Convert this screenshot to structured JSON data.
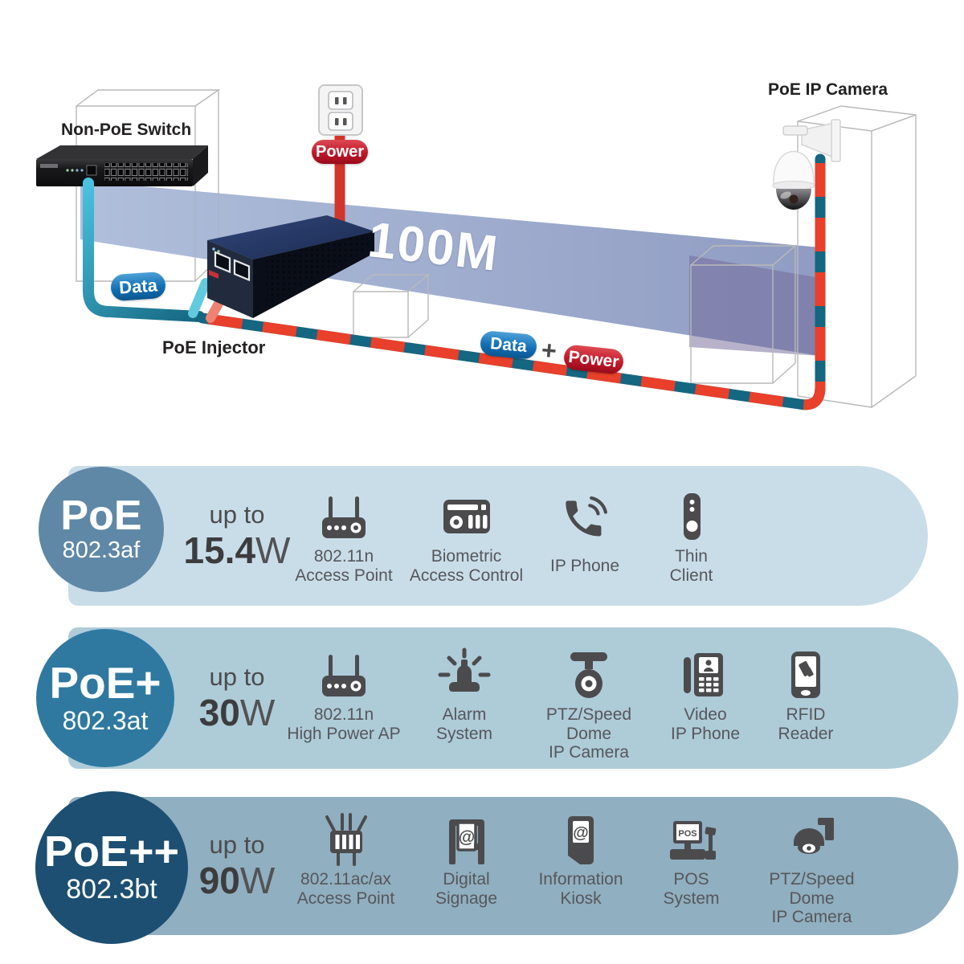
{
  "diagram": {
    "switch_label": "Non-PoE Switch",
    "injector_label": "PoE Injector",
    "camera_label": "PoE IP Camera",
    "distance_label": "100M",
    "data_pill": "Data",
    "power_pill": "Power",
    "link_data_pill": "Data",
    "link_plus": "+",
    "link_power_pill": "Power"
  },
  "bands": [
    {
      "title": "PoE",
      "standard": "802.3af",
      "upto": "up to",
      "value": "15.4",
      "unit": "W",
      "devices": [
        {
          "icon": "access-point",
          "label": "802.11n\nAccess Point"
        },
        {
          "icon": "biometric-access-control",
          "label": "Biometric\nAccess Control"
        },
        {
          "icon": "ip-phone",
          "label": "IP Phone"
        },
        {
          "icon": "thin-client",
          "label": "Thin\nClient"
        }
      ]
    },
    {
      "title": "PoE+",
      "standard": "802.3at",
      "upto": "up to",
      "value": "30",
      "unit": "W",
      "devices": [
        {
          "icon": "access-point",
          "label": "802.11n\nHigh Power AP"
        },
        {
          "icon": "alarm-system",
          "label": "Alarm\nSystem"
        },
        {
          "icon": "ptz-dome-camera",
          "label": "PTZ/Speed Dome\nIP Camera"
        },
        {
          "icon": "video-ip-phone",
          "label": "Video\nIP Phone"
        },
        {
          "icon": "rfid-reader",
          "label": "RFID\nReader"
        }
      ]
    },
    {
      "title": "PoE++",
      "standard": "802.3bt",
      "upto": "up to",
      "value": "90",
      "unit": "W",
      "devices": [
        {
          "icon": "ceiling-access-point",
          "label": "802.11ac/ax\nAccess Point"
        },
        {
          "icon": "digital-signage",
          "label": "Digital\nSignage",
          "icon_text": "@"
        },
        {
          "icon": "information-kiosk",
          "label": "Information\nKiosk",
          "icon_text": "@"
        },
        {
          "icon": "pos-system",
          "label": "POS\nSystem",
          "icon_text": "POS"
        },
        {
          "icon": "speed-dome-camera",
          "label": "PTZ/Speed Dome\nIP Camera"
        }
      ]
    }
  ],
  "colors": {
    "data_blue": "#1270b4",
    "power_red": "#c0182a",
    "cable_cyan": "#45bedd",
    "cable_teal": "#156680",
    "cable_stripe_red": "#e8402a",
    "power_cable_red": "#d2352c",
    "beam_blue": "#8f9ec4",
    "band1_bg": "#c9dde9",
    "band2_bg": "#aecbd8",
    "band3_bg": "#90afc0",
    "circle1": "#5f88a7",
    "circle2": "#2f79a1",
    "circle3": "#1c4f71",
    "icon_gray": "#4b4b4d",
    "label_gray": "#56575b",
    "title_dark": "#232122"
  }
}
